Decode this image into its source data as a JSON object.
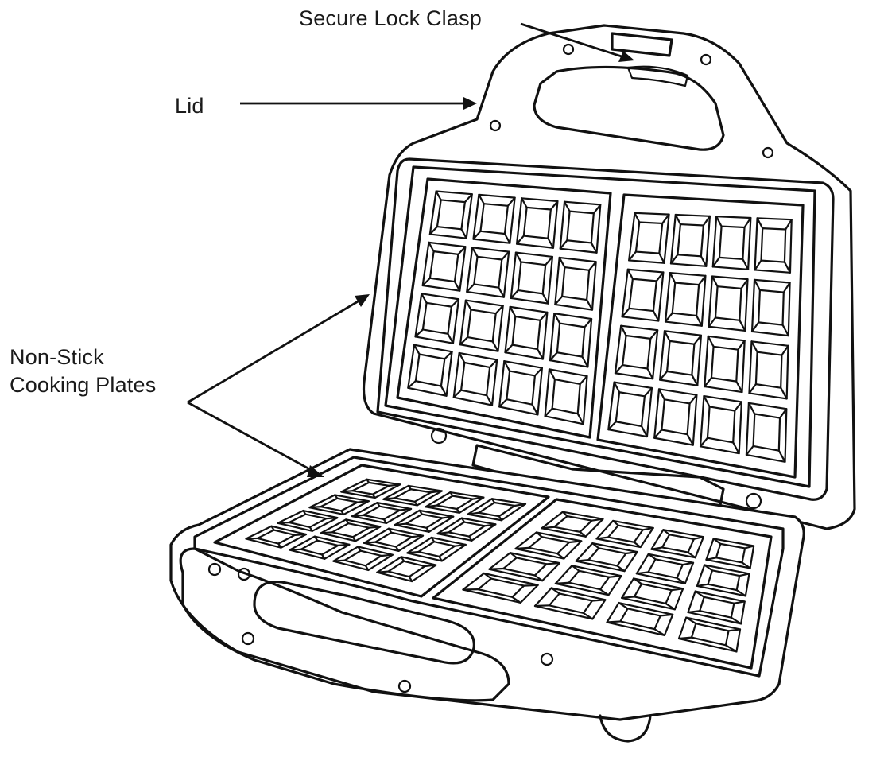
{
  "labels": {
    "secure_lock_clasp": "Secure Lock Clasp",
    "lid": "Lid",
    "plates_line1": "Non-Stick",
    "plates_line2": "Cooking Plates"
  },
  "colors": {
    "line": "#111111",
    "background": "#ffffff"
  }
}
